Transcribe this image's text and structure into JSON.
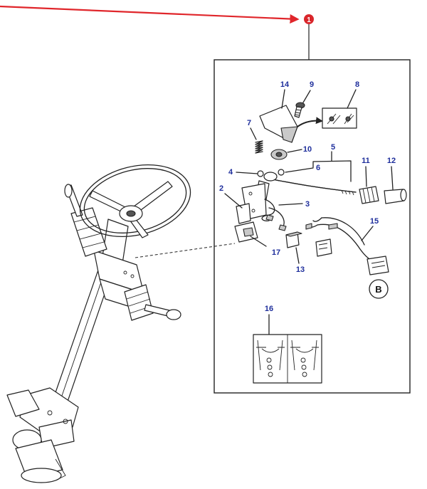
{
  "diagram": {
    "callout_badge": "1",
    "detail_letter": "B",
    "part_numbers": {
      "p2": "2",
      "p3": "3",
      "p4": "4",
      "p5": "5",
      "p6": "6",
      "p7": "7",
      "p8": "8",
      "p9": "9",
      "p10": "10",
      "p11": "11",
      "p12": "12",
      "p13": "13",
      "p14": "14",
      "p15": "15",
      "p16": "16",
      "p17": "17"
    },
    "colors": {
      "pointer_arrow": "#e0262b",
      "badge_fill": "#d9262b",
      "part_number": "#1f2f9c",
      "line": "#222222"
    }
  }
}
